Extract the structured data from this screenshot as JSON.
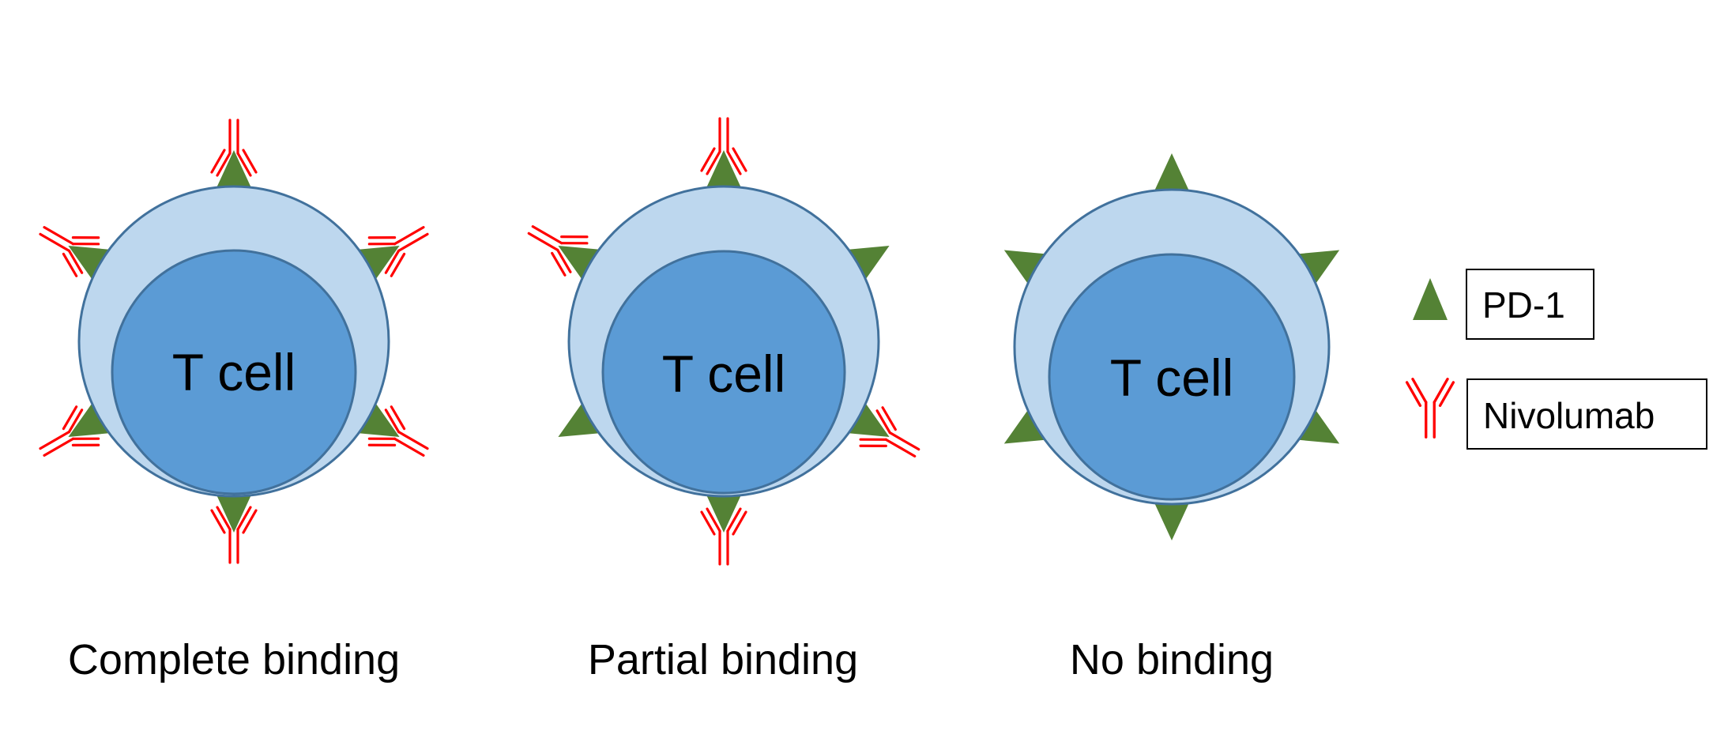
{
  "diagram": {
    "cells": [
      {
        "id": "complete",
        "label": "T cell",
        "caption": "Complete binding",
        "bound": [
          true,
          true,
          true,
          true,
          true,
          true
        ]
      },
      {
        "id": "partial",
        "label": "T cell",
        "caption": "Partial binding",
        "bound": [
          true,
          false,
          true,
          true,
          false,
          true
        ]
      },
      {
        "id": "none",
        "label": "T cell",
        "caption": "No binding",
        "bound": [
          false,
          false,
          false,
          false,
          false,
          false
        ]
      }
    ],
    "legend": [
      {
        "symbol": "pd1-triangle",
        "label": "PD-1"
      },
      {
        "symbol": "antibody",
        "label": "Nivolumab"
      }
    ]
  },
  "colors": {
    "outer_cell": "#bdd7ee",
    "inner_cell": "#5b9bd5",
    "cell_outline": "#41719c",
    "receptor": "#548235",
    "antibody": "#ff0000"
  }
}
